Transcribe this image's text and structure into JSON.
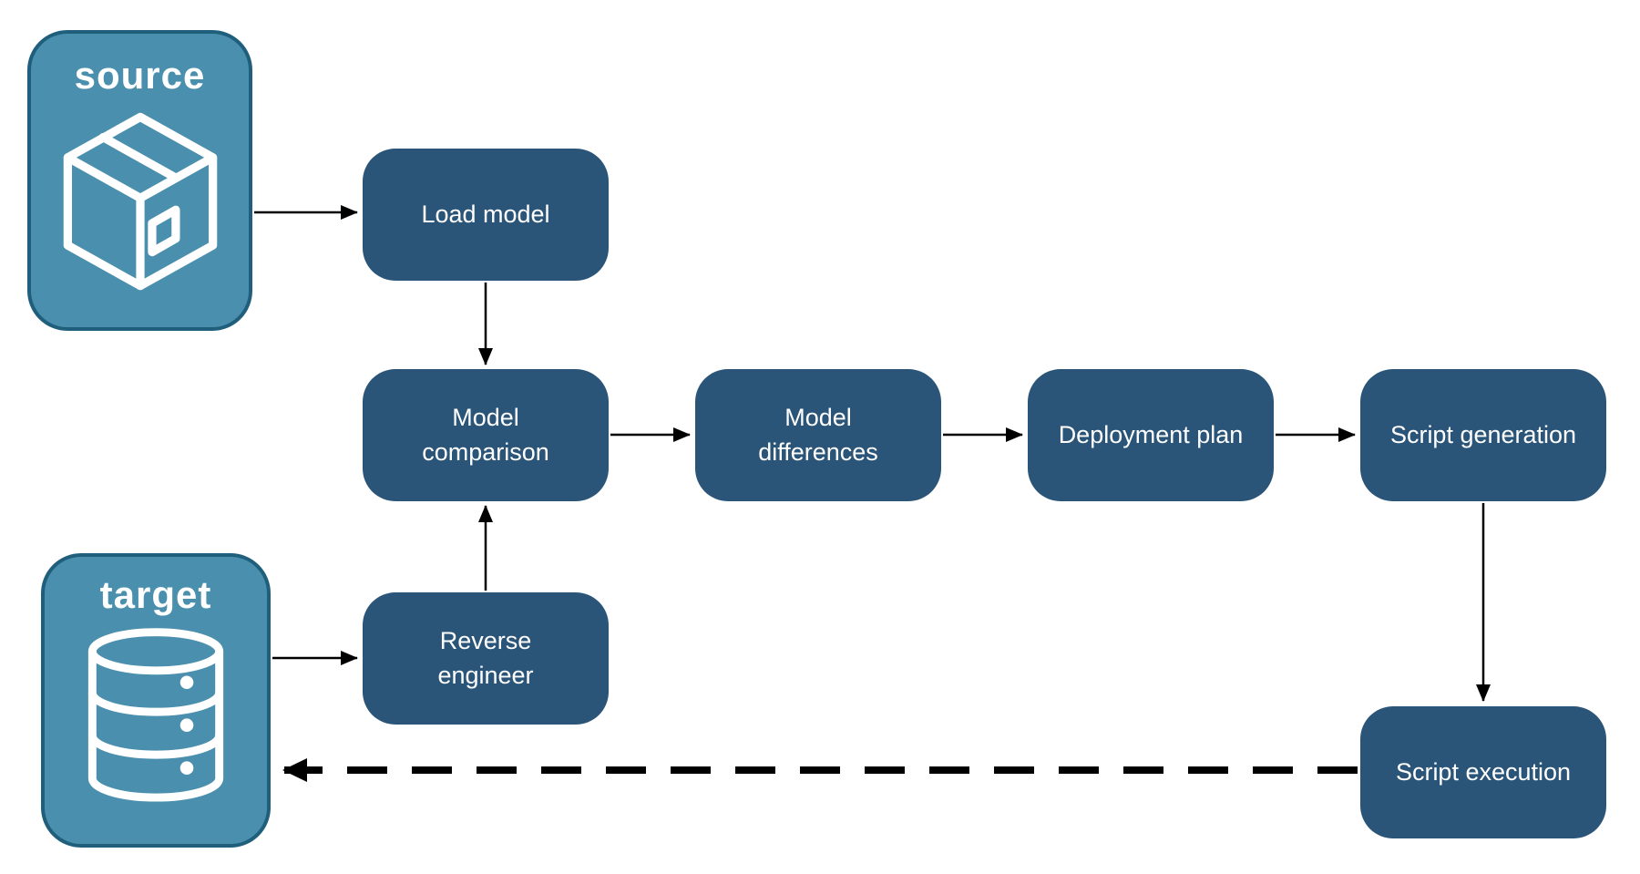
{
  "diagram": {
    "type": "flowchart",
    "background": "#FFFFFF",
    "colors": {
      "node_fill": "#2A5578",
      "endpoint_fill": "#4A8FAD",
      "endpoint_border": "#205F7C",
      "label_text": "#FFFFFF",
      "arrow": "#000000"
    },
    "endpoints": {
      "source": {
        "label": "source",
        "icon": "package-icon"
      },
      "target": {
        "label": "target",
        "icon": "database-icon"
      }
    },
    "nodes": {
      "load_model": {
        "label": "Load model"
      },
      "model_comparison": {
        "label": "Model comparison"
      },
      "model_differences": {
        "label": "Model differences"
      },
      "deployment_plan": {
        "label": "Deployment plan"
      },
      "script_generation": {
        "label": "Script generation"
      },
      "reverse_engineer": {
        "label": "Reverse engineer"
      },
      "script_execution": {
        "label": "Script execution"
      }
    },
    "edges": [
      {
        "from": "source",
        "to": "load_model",
        "style": "solid"
      },
      {
        "from": "load_model",
        "to": "model_comparison",
        "style": "solid"
      },
      {
        "from": "target",
        "to": "reverse_engineer",
        "style": "solid"
      },
      {
        "from": "reverse_engineer",
        "to": "model_comparison",
        "style": "solid"
      },
      {
        "from": "model_comparison",
        "to": "model_differences",
        "style": "solid"
      },
      {
        "from": "model_differences",
        "to": "deployment_plan",
        "style": "solid"
      },
      {
        "from": "deployment_plan",
        "to": "script_generation",
        "style": "solid"
      },
      {
        "from": "script_generation",
        "to": "script_execution",
        "style": "solid"
      },
      {
        "from": "script_execution",
        "to": "target",
        "style": "dashed"
      }
    ]
  }
}
